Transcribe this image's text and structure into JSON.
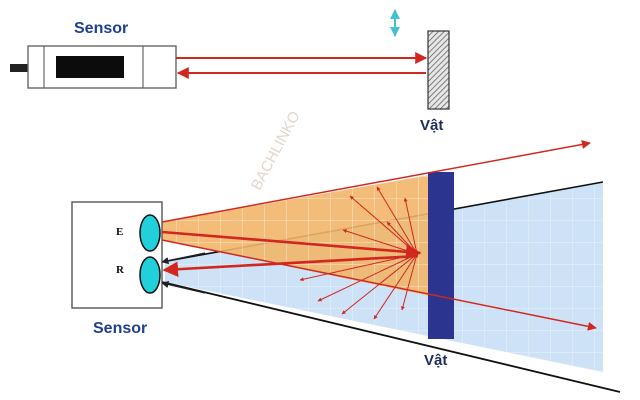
{
  "top_diagram": {
    "sensor_label": "Sensor",
    "object_label": "Vật"
  },
  "bottom_diagram": {
    "sensor_label": "Sensor",
    "object_label": "Vật",
    "emitter_label": "E",
    "receiver_label": "R"
  },
  "watermark": "BACHLINKO",
  "colors": {
    "beam_arrow": "#d2271f",
    "sensor_label_text": "#1f3f8f",
    "object_plate": "#2b3590",
    "lens": "#22d0dc",
    "cone_fill": "#f2b66a",
    "shadow_fill": "#cde2f6",
    "vibration_arrow": "#45c2cf"
  }
}
